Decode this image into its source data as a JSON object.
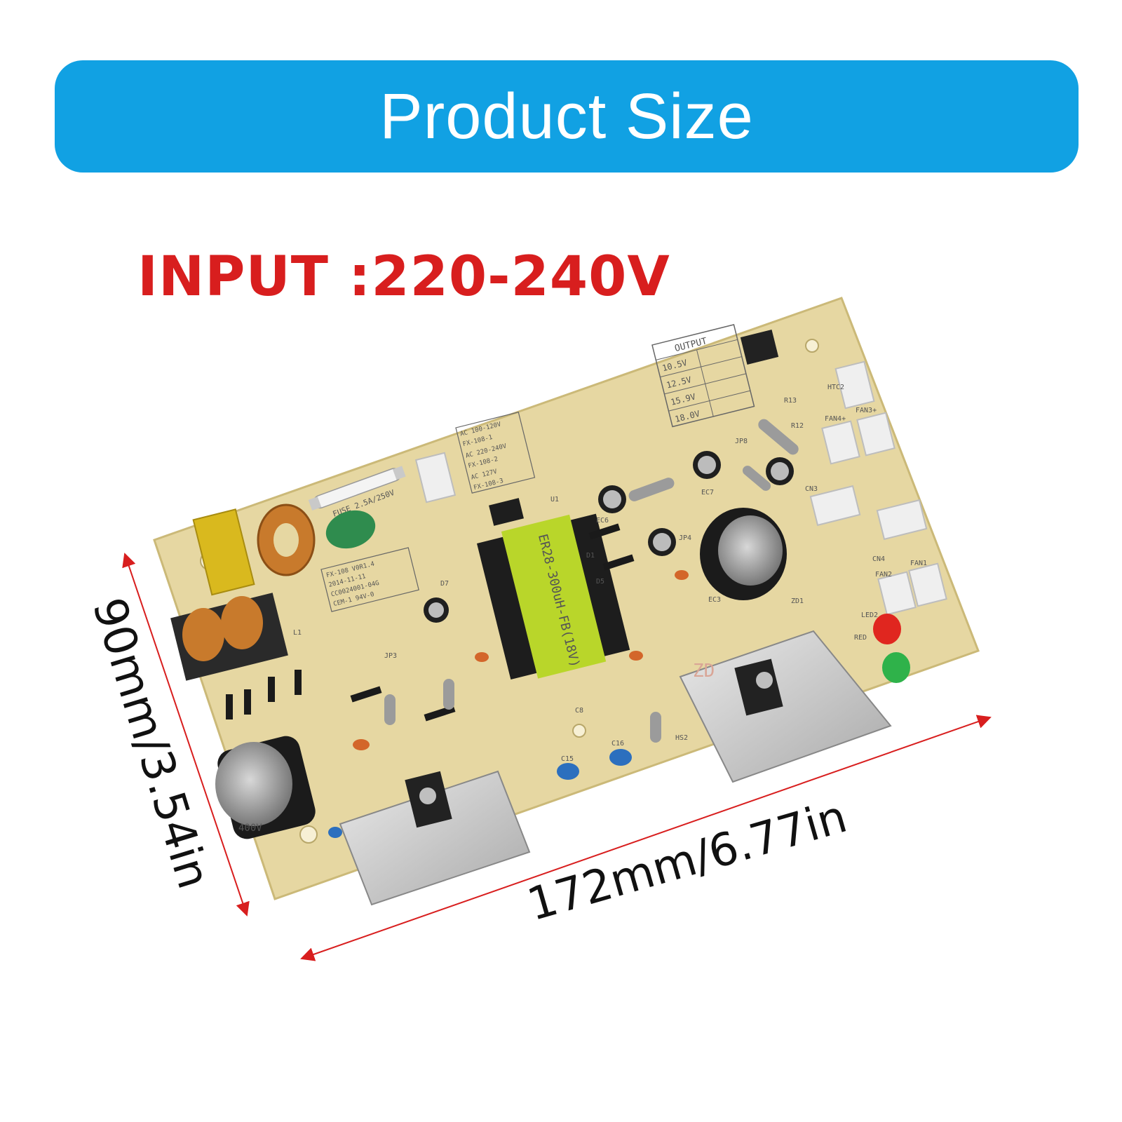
{
  "banner": {
    "title": "Product Size",
    "color": "#11a1e3"
  },
  "input_label": {
    "text": "INPUT :220-240V",
    "color": "#d81e1e"
  },
  "dimensions": {
    "height": "90mm/3.54in",
    "width": "172mm/6.77in",
    "arrow_color": "#d81e1e"
  },
  "board": {
    "output_table": {
      "header": "OUTPUT",
      "rows": [
        "10.5V",
        "12.5V",
        "15.9V",
        "18.0V"
      ]
    },
    "voltage_table": [
      "AC 100-120V",
      "FX-108-1",
      "AC 220-240V",
      "FX-108-2",
      "AC 127V",
      "FX-108-3"
    ],
    "fuse_label": "FUSE 2.5A/250V",
    "transformer_label": "ER28-300uH-FB(18V)",
    "board_info": [
      "FX-108 V0R1.4",
      "2014-11-11",
      "CC0024001-04G",
      "CEM-1 94V-0"
    ],
    "capacitor_label": "400V",
    "led_labels": [
      "LED2",
      "RED"
    ],
    "connector_labels": [
      "FAN2",
      "FAN1",
      "CN3",
      "CN4",
      "FAN4+",
      "FAN3+",
      "HTC2",
      "HS2"
    ],
    "silkscreen": [
      "JP3",
      "JP8",
      "JP4",
      "EC3",
      "EC6",
      "EC7",
      "U1",
      "D7",
      "D1",
      "D5",
      "ZD1",
      "C15",
      "C16",
      "C8",
      "R12",
      "R13",
      "L1",
      "ZD"
    ]
  }
}
